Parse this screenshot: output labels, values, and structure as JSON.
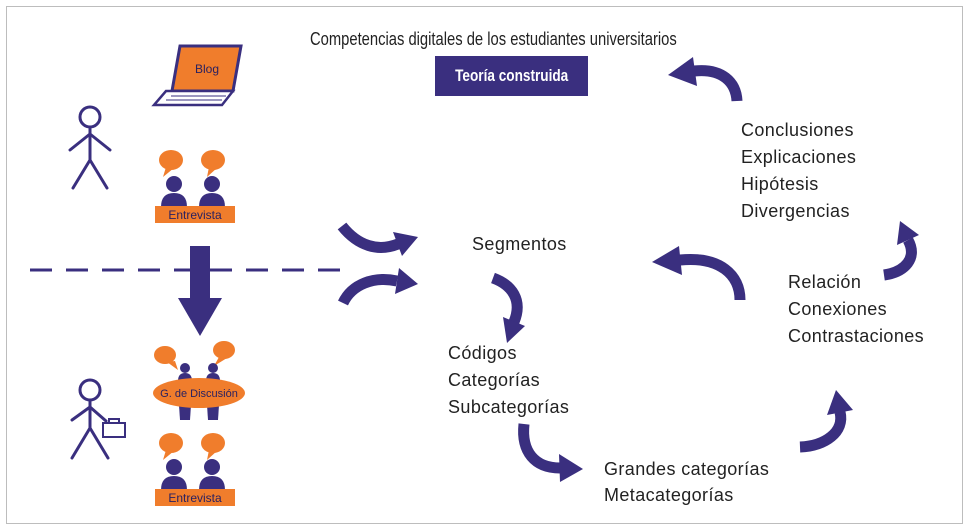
{
  "title": "Competencias digitales de los estudiantes universitarios",
  "theory_box": "Teoría construida",
  "sources": {
    "blog": "Blog",
    "interview_top": "Entrevista",
    "discussion_group": "G. de Discusión",
    "interview_bottom": "Entrevista"
  },
  "stages": {
    "segments": "Segmentos",
    "codes": [
      "Códigos",
      "Categorías",
      "Subcategorías"
    ],
    "grand_categories": [
      "Grandes categorías",
      "Metacategorías"
    ],
    "relations": [
      "Relación",
      "Conexiones",
      "Contrastaciones"
    ],
    "conclusions": [
      "Conclusiones",
      "Explicaciones",
      "Hipótesis",
      "Divergencias"
    ]
  },
  "colors": {
    "primary": "#3a2f7f",
    "accent": "#f07d2c",
    "text": "#222222",
    "border": "#bdbdbd"
  },
  "icons": {
    "researcher": "person-icon",
    "researcher_with_briefcase": "person-briefcase-icon",
    "blog": "laptop-icon",
    "interview": "interview-icon",
    "discussion_group": "discussion-group-icon",
    "flow": "curved-arrow-icon",
    "transition": "down-arrow-icon"
  }
}
